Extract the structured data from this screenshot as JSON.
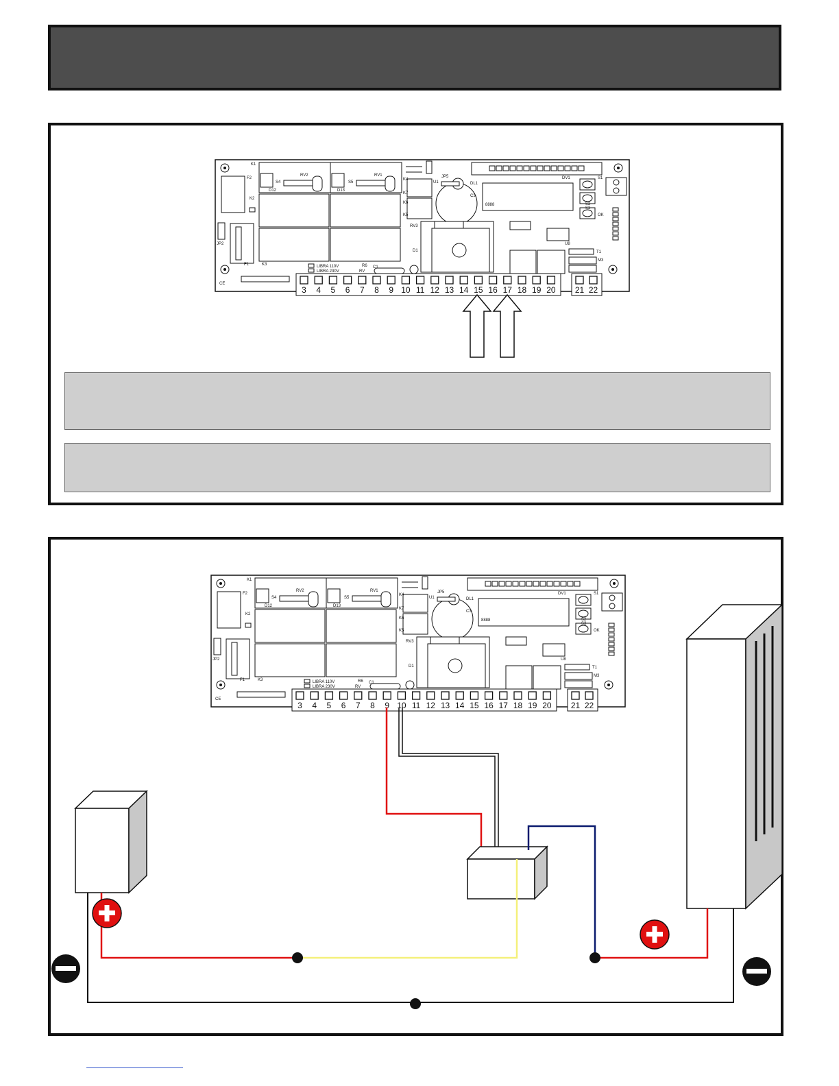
{
  "board": {
    "terminals": [
      "3",
      "4",
      "5",
      "6",
      "7",
      "8",
      "9",
      "10",
      "11",
      "12",
      "13",
      "14",
      "15",
      "16",
      "17",
      "18",
      "19",
      "20",
      "21",
      "22"
    ],
    "labels": {
      "k1": "K1",
      "f2": "F2",
      "k2": "K2",
      "k3": "K3",
      "f1": "F1",
      "jp2": "JP2",
      "rv2": "RV2",
      "rv1": "RV1",
      "s4": "S4",
      "s5": "S5",
      "d12": "D12",
      "d13": "D13",
      "k4": "K4",
      "k7": "K7",
      "k6": "K6",
      "k5": "K5",
      "jp5": "JP5",
      "u1": "U1",
      "dl1": "DL1",
      "c3": "C3",
      "rv3": "RV3",
      "d1": "D1",
      "dv1": "DV1",
      "s1": "S1",
      "s2": "S2",
      "s3": "S3",
      "ok": "OK",
      "u8": "U8",
      "t1": "T1",
      "m3": "M3",
      "ce": "CE",
      "c1": "C1",
      "rv": "RV",
      "r6": "R6",
      "libra1": "LIBRA  110V",
      "libra2": "LIBRA  230V",
      "display": "8888"
    }
  },
  "symbols": {
    "plus": "+",
    "minus": "−"
  },
  "colors": {
    "red": "#e01010",
    "yellow": "#f4f07a",
    "navy": "#0a1a6e",
    "black": "#111111",
    "header": "#4d4d4d",
    "note": "#cfcfcf",
    "box": "#c8c8c8"
  }
}
